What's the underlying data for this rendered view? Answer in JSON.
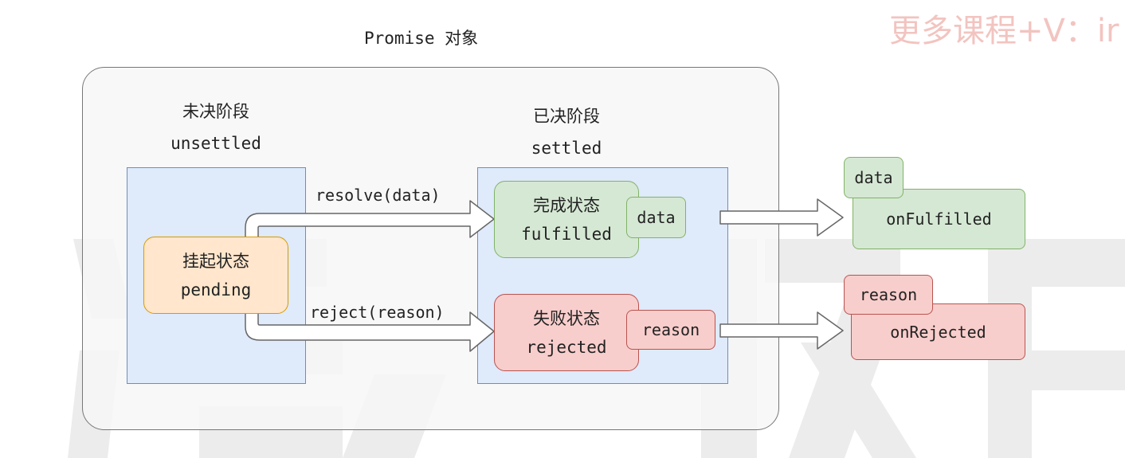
{
  "watermark": {
    "top_right": "更多课程+V：ir"
  },
  "title": "Promise 对象",
  "unsettled": {
    "cn": "未决阶段",
    "en": "unsettled"
  },
  "settled": {
    "cn": "已决阶段",
    "en": "settled"
  },
  "pending": {
    "cn": "挂起状态",
    "en": "pending"
  },
  "fulfilled": {
    "cn": "完成状态",
    "en": "fulfilled",
    "tag": "data"
  },
  "rejected": {
    "cn": "失败状态",
    "en": "rejected",
    "tag": "reason"
  },
  "edges": {
    "resolve": "resolve(data)",
    "reject": "reject(reason)"
  },
  "handlers": {
    "on_fulfilled": {
      "tag": "data",
      "label": "onFulfilled"
    },
    "on_rejected": {
      "tag": "reason",
      "label": "onRejected"
    }
  },
  "colors": {
    "green_fill": "#d5e8d4",
    "green_stroke": "#82b366",
    "red_fill": "#f8cecc",
    "red_stroke": "#b85450",
    "orange_fill": "#ffe6cc",
    "orange_stroke": "#d79b00",
    "blue_fill": "#dae8fc",
    "blue_stroke": "#6c8ebf"
  }
}
